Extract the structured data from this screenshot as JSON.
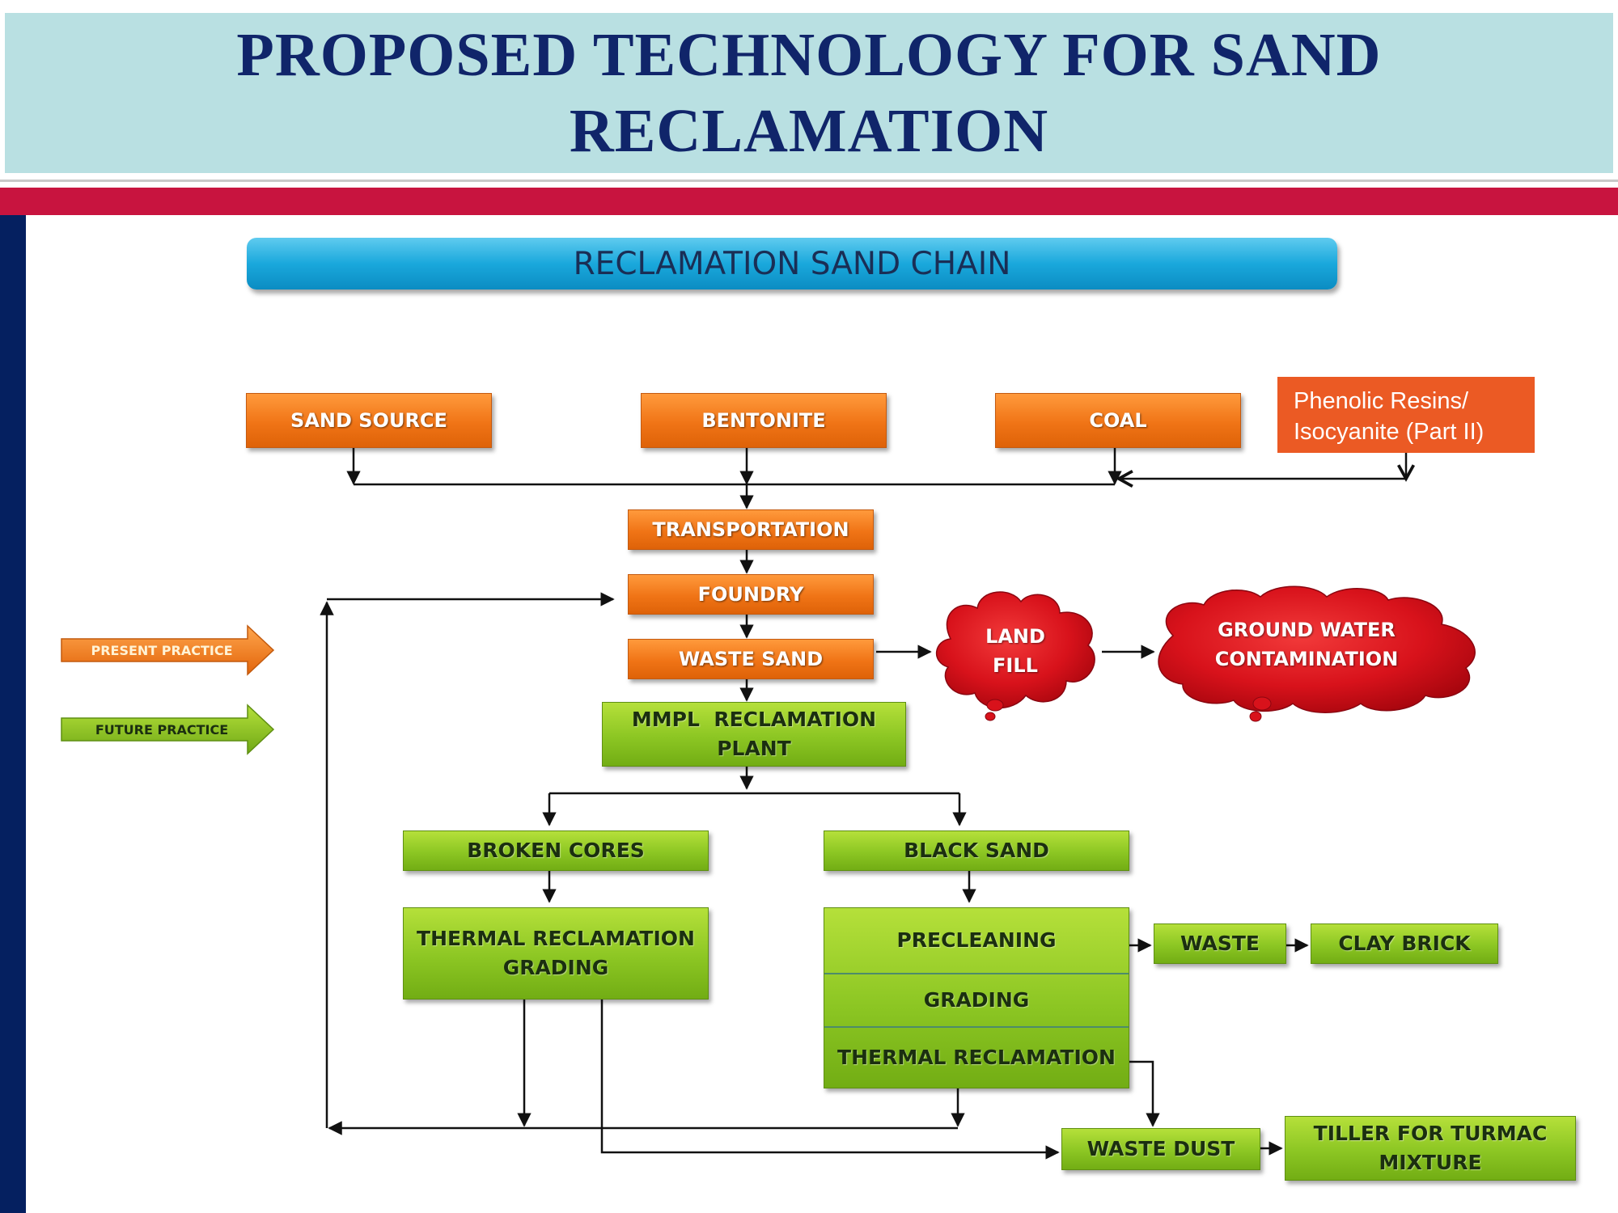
{
  "title": {
    "line1": "PROPOSED TECHNOLOGY FOR SAND",
    "line2": "RECLAMATION"
  },
  "banner": "RECLAMATION SAND CHAIN",
  "inputs": {
    "sand_source": "SAND SOURCE",
    "bentonite": "BENTONITE",
    "coal": "COAL",
    "phenolic_line1": "Phenolic Resins/",
    "phenolic_line2": "Isocyanite (Part II)"
  },
  "present_chain": {
    "transportation": "TRANSPORTATION",
    "foundry": "FOUNDRY",
    "waste_sand": "WASTE SAND"
  },
  "clouds": {
    "land_fill_line1": "LAND",
    "land_fill_line2": "FILL",
    "ground_water_line1": "GROUND WATER",
    "ground_water_line2": "CONTAMINATION"
  },
  "legend": {
    "present": "PRESENT PRACTICE",
    "future": "FUTURE PRACTICE"
  },
  "future_chain": {
    "plant_line1": "MMPL  RECLAMATION",
    "plant_line2": "PLANT",
    "broken_cores": "BROKEN CORES",
    "black_sand": "BLACK SAND",
    "thermal_grading_line1": "THERMAL RECLAMATION",
    "thermal_grading_line2": "GRADING",
    "precleaning": "PRECLEANING",
    "grading": "GRADING",
    "thermal_reclamation": "THERMAL RECLAMATION",
    "waste": "WASTE",
    "clay_brick": "CLAY BRICK",
    "waste_dust": "WASTE DUST",
    "tiller_line1": "TILLER FOR TURMAC",
    "tiller_line2": "MIXTURE"
  },
  "colors": {
    "title_band": "#b9e0e2",
    "title_text": "#10256a",
    "red_bar": "#c8143f",
    "left_bar": "#052060",
    "present_orange": "#f07416",
    "future_green": "#8cc623",
    "cloud_red": "#d8121b",
    "phenolic_box": "#eb5a24"
  }
}
